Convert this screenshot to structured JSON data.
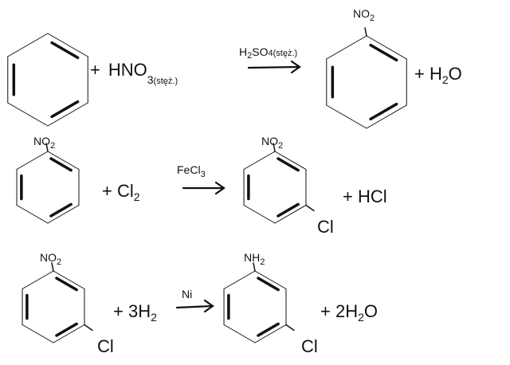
{
  "reactions": [
    {
      "reactant_plus": "+",
      "reagent": "HNO",
      "reagent_sub": "3",
      "reagent_note": "(stęż.)",
      "catalyst": "H",
      "catalyst_sub": "2",
      "catalyst_rest": "SO",
      "catalyst_sub2": "4",
      "catalyst_note": "(stęż.)",
      "product_substituent": "NO",
      "product_substituent_sub": "2",
      "byproduct": "+ H",
      "byproduct_sub": "2",
      "byproduct_rest": "O"
    },
    {
      "reactant_substituent": "NO",
      "reactant_substituent_sub": "2",
      "reagent": "+ Cl",
      "reagent_sub": "2",
      "catalyst": "FeCl",
      "catalyst_sub": "3",
      "product_substituent": "NO",
      "product_substituent_sub": "2",
      "product_substituent_meta": "Cl",
      "byproduct": "+ HCl"
    },
    {
      "reactant_substituent": "NO",
      "reactant_substituent_sub": "2",
      "reactant_substituent_meta": "Cl",
      "reagent": "+ 3H",
      "reagent_sub": "2",
      "catalyst": "Ni",
      "product_substituent": "NH",
      "product_substituent_sub": "2",
      "product_substituent_meta": "Cl",
      "byproduct": "+ 2H",
      "byproduct_sub": "2",
      "byproduct_rest": "O"
    }
  ]
}
